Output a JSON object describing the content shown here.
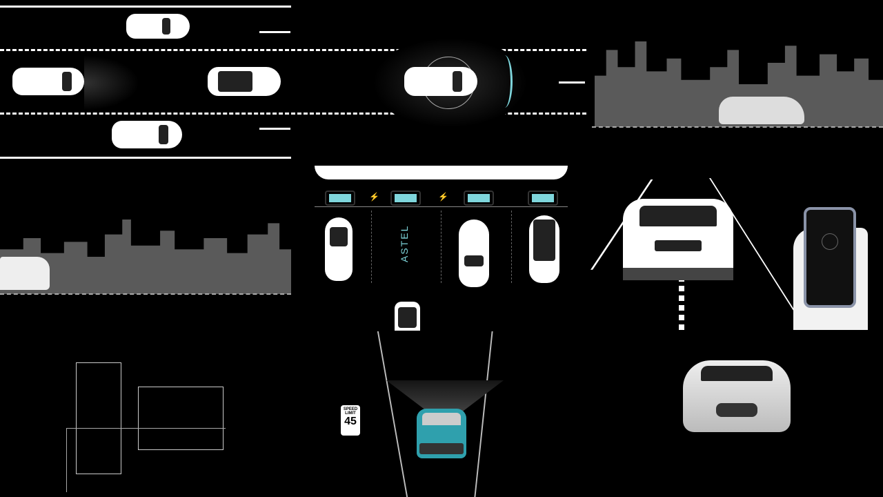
{
  "panels": {
    "highway": {
      "description": "Top-down highway with ego car and radar cone"
    },
    "radar_car": {
      "description": "Car with 360 sensor cones"
    },
    "city_top": {
      "description": "City skyline with compact car"
    },
    "city_left": {
      "description": "City skyline with SUV"
    },
    "parking": {
      "brand_label": "ASTEL",
      "chargers": 4,
      "accent_color": "#7fd6dc"
    },
    "lane_keep": {
      "description": "Front view car on dashed lane"
    },
    "phone": {
      "description": "Hand holding smartphone app"
    },
    "sketch": {
      "description": "Line-art building"
    },
    "driving": {
      "speed_sign": {
        "line1": "SPEED",
        "line2": "LIMIT",
        "value": "45"
      },
      "car_color": "#2fa0ad"
    },
    "luxury_car": {
      "description": "Front view silver sedan"
    }
  }
}
